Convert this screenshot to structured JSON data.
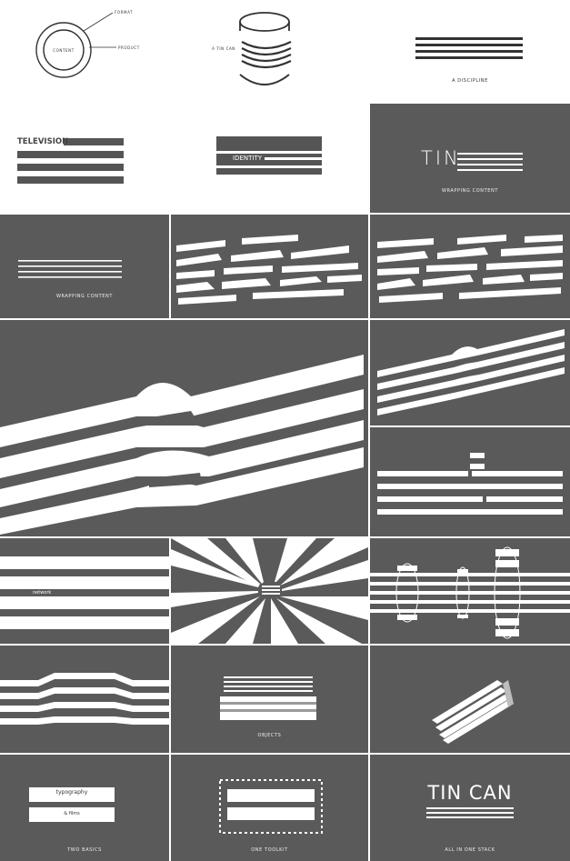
{
  "colors": {
    "panel": "#5a5a5a",
    "stripe": "#ffffff",
    "ink": "#333333"
  },
  "row1": {
    "circle_label_inner": "content",
    "circle_label_top": "format",
    "circle_label_right": "product",
    "can_caption": "a tin can",
    "lines_caption": "a discipline"
  },
  "row2": {
    "television_label": "TELEVISION",
    "identity_label": "IDENTITY",
    "tin_text": "TIN",
    "wrapping_caption": "wrapping content"
  },
  "row3": {
    "wrapping_caption": "wrapping content"
  },
  "row5": {
    "network_label": "network"
  },
  "row6": {
    "objects_caption": "objects"
  },
  "row7": {
    "typography_label": "typography",
    "films_label": "& films",
    "two_basics_caption": "two basics",
    "one_toolkit_caption": "one toolkit",
    "tin_can_title": "TIN CAN",
    "all_in_one_caption": "all in one stack"
  }
}
